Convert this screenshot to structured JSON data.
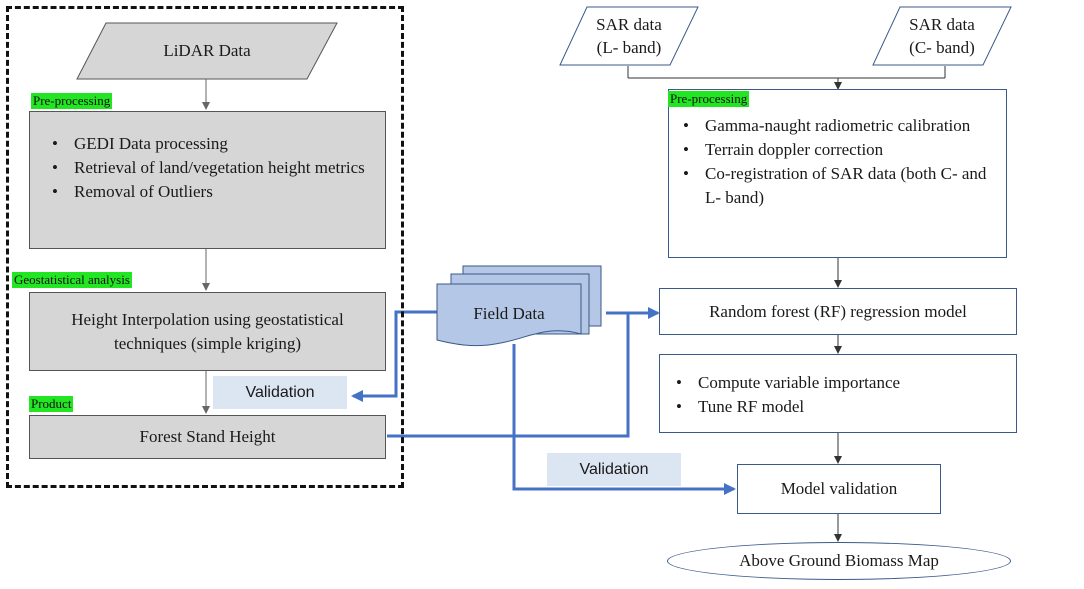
{
  "lidar": {
    "data_label": "LiDAR Data",
    "preprocessing_tag": "Pre-processing",
    "preprocessing_steps": [
      "GEDI Data processing",
      "Retrieval of land/vegetation height metrics",
      "Removal of Outliers"
    ],
    "geostat_tag": "Geostatistical analysis",
    "interpolation_text": "Height Interpolation using geostatistical techniques (simple kriging)",
    "product_tag": "Product",
    "product_text": "Forest Stand Height"
  },
  "field": {
    "label": "Field Data",
    "validation_left": "Validation",
    "validation_bottom": "Validation"
  },
  "sar": {
    "l_band": "SAR data\n(L- band)",
    "c_band": "SAR data\n(C- band)",
    "preprocessing_tag": "Pre-processing",
    "preprocessing_steps": [
      "Gamma-naught radiometric calibration",
      "Terrain doppler correction",
      "Co-registration of SAR data (both C- and L- band)"
    ],
    "rf_model": "Random forest (RF) regression model",
    "rf_steps": [
      "Compute variable importance",
      "Tune RF model"
    ],
    "model_validation": "Model validation",
    "output": "Above Ground Biomass Map"
  },
  "colors": {
    "highlight_tag": "#22e622",
    "flow_arrow": "#4472c4",
    "field_data_fill": "#b4c7e7",
    "gray_box": "#d6d6d6"
  }
}
